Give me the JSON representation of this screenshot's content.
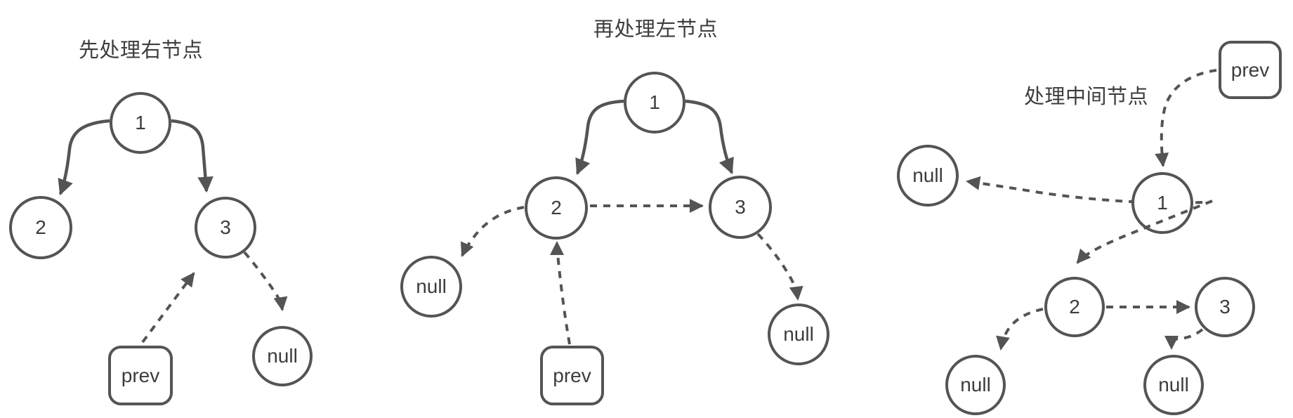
{
  "colors": {
    "stroke": "#545454",
    "text": "#3d3d3d",
    "background": "#ffffff"
  },
  "diagrams": [
    {
      "title": "先处理右节点",
      "nodes": {
        "n1": "1",
        "n2": "2",
        "n3": "3",
        "null1": "null",
        "prev": "prev"
      }
    },
    {
      "title": "再处理左节点",
      "nodes": {
        "n1": "1",
        "n2": "2",
        "n3": "3",
        "null_left": "null",
        "null_right": "null",
        "prev": "prev"
      }
    },
    {
      "title": "处理中间节点",
      "nodes": {
        "n1": "1",
        "n2": "2",
        "n3": "3",
        "null_top": "null",
        "null_left": "null",
        "null_right": "null",
        "prev": "prev"
      }
    }
  ]
}
